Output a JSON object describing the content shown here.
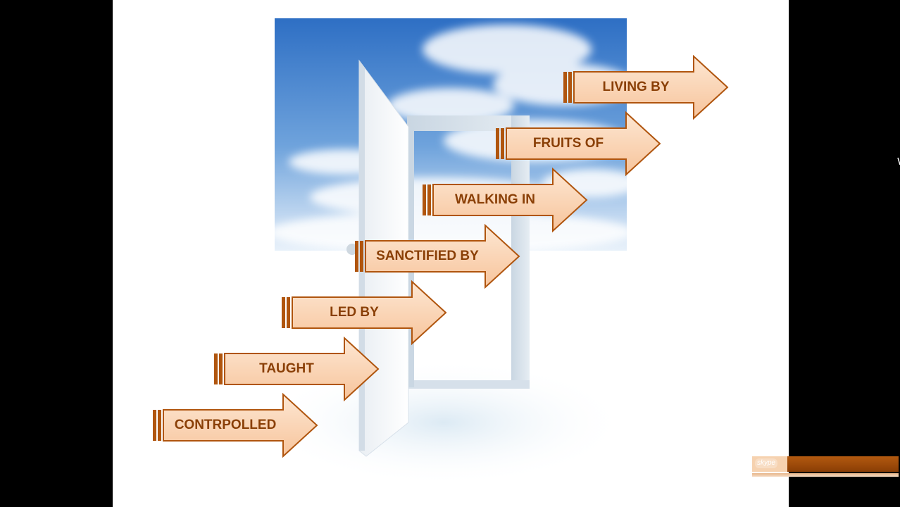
{
  "slide": {
    "arrows": [
      {
        "label": "CONTRPOLLED"
      },
      {
        "label": "TAUGHT"
      },
      {
        "label": "LED BY"
      },
      {
        "label": "SANCTIFIED BY"
      },
      {
        "label": "WALKING IN"
      },
      {
        "label": "FRUITS OF"
      },
      {
        "label": "LIVING BY"
      }
    ]
  },
  "overlay": {
    "skype_logo": "skype"
  },
  "colors": {
    "arrow_fill_top": "#fde7d3",
    "arrow_fill_bottom": "#f7c49b",
    "arrow_outline": "#b0550e",
    "arrow_text": "#8a3f06",
    "sky_top": "#2e6fc4",
    "sky_bottom": "#e8f1fa"
  }
}
